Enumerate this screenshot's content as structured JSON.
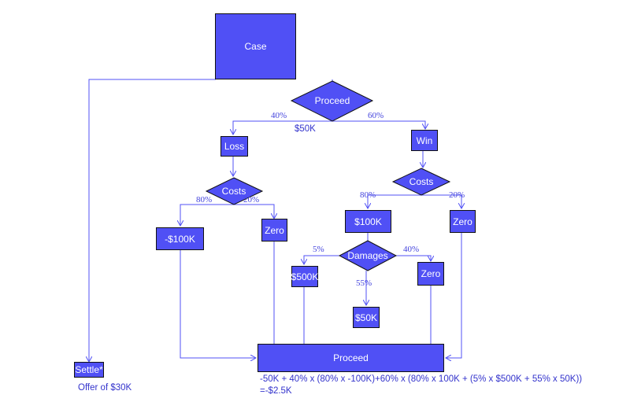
{
  "diagram": {
    "root": "Case",
    "settle": "Settle*",
    "settle_note": "Offer of $30K",
    "decision_proceed": "Proceed",
    "p_loss": "40%",
    "p_win": "60%",
    "stake": "$50K",
    "loss": "Loss",
    "win": "Win",
    "costs_loss": "Costs",
    "costs_win": "Costs",
    "loss_p80": "80%",
    "loss_p20": "20%",
    "loss_neg100k": "-$100K",
    "loss_zero": "Zero",
    "win_p80": "80%",
    "win_p20": "20%",
    "win_100k": "$100K",
    "win_zero": "Zero",
    "damages": "Damages",
    "dmg_p5": "5%",
    "dmg_p40": "40%",
    "dmg_p55": "55%",
    "dmg_500k": "$500K",
    "dmg_zero": "Zero",
    "dmg_50k": "$50K",
    "result": "Proceed",
    "formula_line1": "-50K + 40% x (80% x -100K)+60% x (80% x 100K + (5% x $500K + 55% x 50K))",
    "formula_line2": "=-$2.5K"
  },
  "colors": {
    "node_fill": "#5050f5",
    "line": "#5050f5",
    "label": "#4444dd"
  }
}
